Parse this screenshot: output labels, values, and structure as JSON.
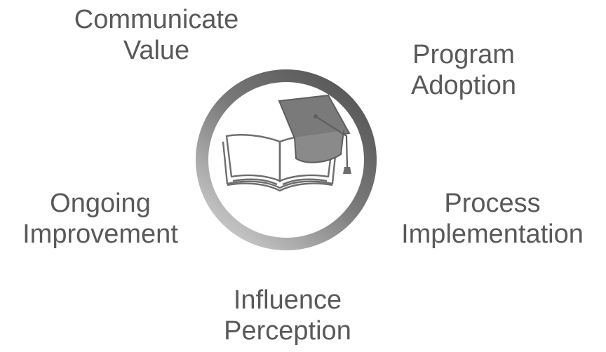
{
  "cycle": {
    "stages": [
      {
        "line1": "Communicate",
        "line2": "Value"
      },
      {
        "line1": "Program",
        "line2": "Adoption"
      },
      {
        "line1": "Process",
        "line2": "Implementation"
      },
      {
        "line1": "Influence",
        "line2": "Perception"
      },
      {
        "line1": "Ongoing",
        "line2": "Improvement"
      }
    ]
  },
  "hub": {
    "icon": "book-with-graduation-cap-icon",
    "ring_colors": [
      "#5a5a5a",
      "#7a7a7a",
      "#c8c8c8"
    ],
    "icon_color": "#6e6e6e"
  }
}
